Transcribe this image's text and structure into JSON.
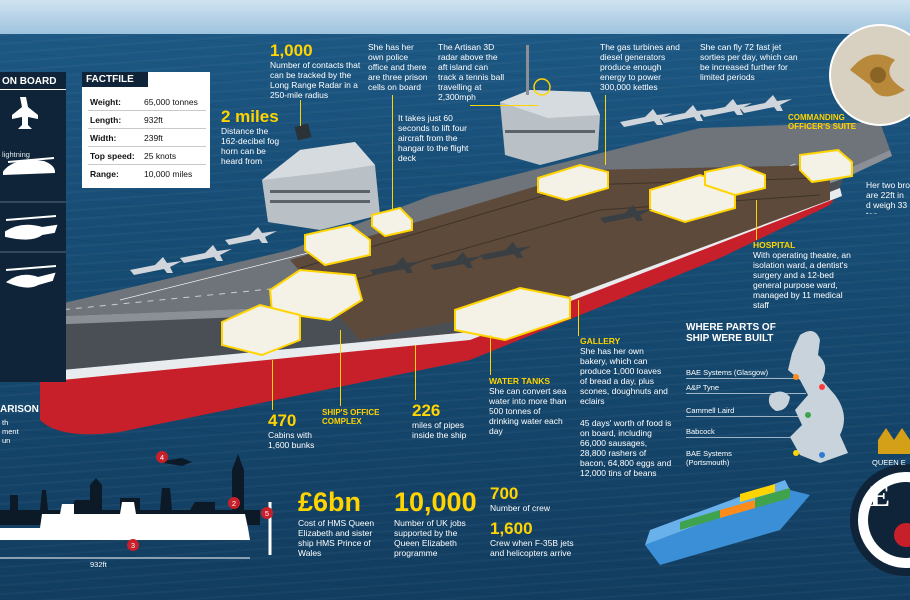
{
  "onboard": {
    "title": "ON BOARD",
    "items": [
      {
        "label": "lightning",
        "icon": "jet-icon"
      },
      {
        "label": "",
        "icon": "chinook-helicopter-icon"
      },
      {
        "label": "",
        "icon": "merlin-helicopter-icon"
      },
      {
        "label": "",
        "icon": "apache-helicopter-icon"
      }
    ]
  },
  "comparison": {
    "title": "ARISON",
    "lines": [
      "th",
      "ment",
      "un"
    ]
  },
  "factfile": {
    "title": "FACTFILE",
    "rows": [
      {
        "key": "Weight:",
        "value": "65,000 tonnes"
      },
      {
        "key": "Length:",
        "value": "932ft"
      },
      {
        "key": "Width:",
        "value": "239ft"
      },
      {
        "key": "Top speed:",
        "value": "25 knots"
      },
      {
        "key": "Range:",
        "value": "10,000 miles"
      }
    ]
  },
  "callouts": {
    "contacts": {
      "number": "1,000",
      "text": "Number of contacts that can be tracked by the Long Range Radar in a 250-mile radius"
    },
    "office": {
      "text": "She has her own police office and there are three prison cells on board"
    },
    "radar": {
      "text": "The Artisan 3D radar above the aft island can track a tennis ball travelling at 2,300mph"
    },
    "turbines": {
      "text": "The gas turbines and diesel generators produce enough energy to power 300,000 kettles"
    },
    "sorties": {
      "text": "She can fly 72 fast jet sorties per day, which can be increased further for limited periods"
    },
    "foghorn": {
      "number": "2 miles",
      "text": "Distance the 162-decibel fog horn can be heard from"
    },
    "lift": {
      "text": "It takes just 60 seconds to lift four aircraft from the hangar to the flight deck"
    },
    "commanding": {
      "title": "COMMANDING OFFICER'S SUITE"
    },
    "propellers": {
      "text": "Her two bro are 22ft in d weigh 33 ton"
    },
    "hospital": {
      "title": "HOSPITAL",
      "text": "With operating theatre, an isolation ward, a dentist's surgery and a 12-bed general purpose ward, managed by 11 medical staff"
    },
    "gallery": {
      "title": "GALLERY",
      "text": "She has her own bakery, which can produce 1,000 loaves of bread a day, plus scones, doughnuts and eclairs"
    },
    "food": {
      "text": "45 days' worth of food is on board, including 66,000 sausages, 28,800 rashers of bacon, 64,800 eggs and 12,000 tins of beans"
    },
    "water": {
      "title": "WATER TANKS",
      "text": "She can convert sea water into more than 500 tonnes of drinking water each day"
    },
    "pipes": {
      "number": "226",
      "text": "miles of pipes inside the ship"
    },
    "cabins": {
      "number": "470",
      "text": "Cabins with 1,600 bunks"
    },
    "ship_office": {
      "title": "SHIP'S OFFICE COMPLEX"
    }
  },
  "stats": {
    "cost": {
      "number": "£6bn",
      "text": "Cost of HMS Queen Elizabeth and sister ship HMS Prince of Wales"
    },
    "jobs": {
      "number": "10,000",
      "text": "Number of UK jobs supported by the Queen Elizabeth programme"
    },
    "crew": {
      "number": "700",
      "text": "Number of crew"
    },
    "crew_full": {
      "number": "1,600",
      "text": "Crew when F-35B jets and helicopters arrive"
    }
  },
  "built": {
    "title": "WHERE PARTS OF SHIP WERE BUILT",
    "places": [
      {
        "name": "BAE Systems (Glasgow)",
        "color": "#ff8c1a"
      },
      {
        "name": "A&P Tyne",
        "color": "#ff3b3b"
      },
      {
        "name": "Cammell Laird",
        "color": "#3fa34d"
      },
      {
        "name": "Babcock",
        "color": "#ffd400"
      },
      {
        "name": "BAE Systems (Portsmouth)",
        "color": "#2e7bd6"
      }
    ]
  },
  "skyline": {
    "length_label": "932ft",
    "markers": [
      "2",
      "3",
      "4",
      "5"
    ]
  },
  "badge": {
    "text": "QUEEN E",
    "letter": "E"
  },
  "colors": {
    "accent": "#ffd400",
    "hull": "#c8202a",
    "deck": "#6e7479",
    "navy": "#0f2438"
  }
}
